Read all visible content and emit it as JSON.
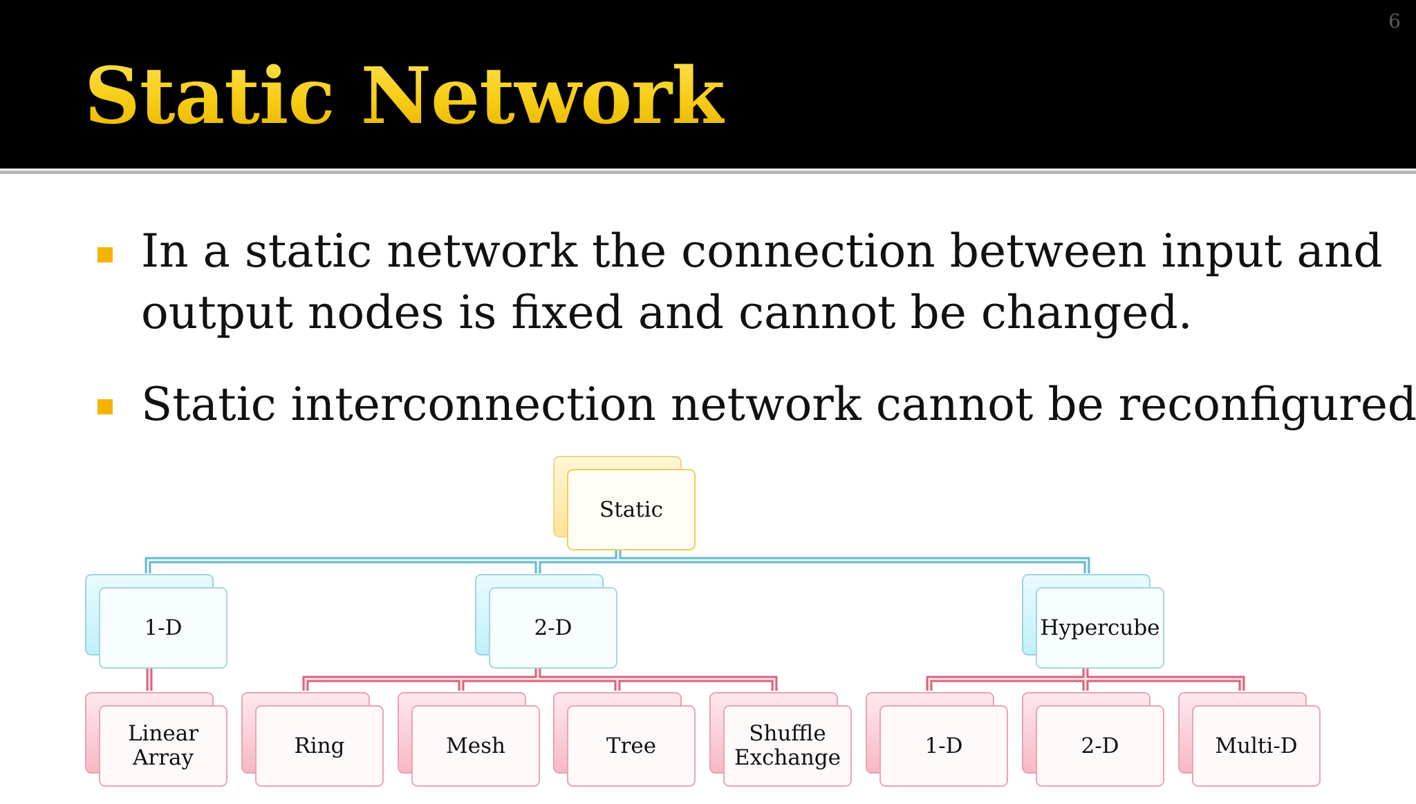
{
  "slide": {
    "number": "6",
    "title": "Static Network",
    "bullets": [
      {
        "line1": "In a static network the connection between input and",
        "line2": "output nodes is fixed and cannot be changed."
      },
      {
        "line1": "Static interconnection network cannot be reconfigured."
      }
    ]
  },
  "diagram": {
    "root": "Static",
    "level1": [
      "1-D",
      "2-D",
      "Hypercube"
    ],
    "level2_1d": [
      "Linear\nArray"
    ],
    "level2_2d": [
      "Ring",
      "Mesh",
      "Tree",
      "Shuffle\nExchange"
    ],
    "level2_hypercube": [
      "1-D",
      "2-D",
      "Multi-D"
    ]
  },
  "colors": {
    "header_background": "#000000",
    "title": "#f5c814",
    "bullet_marker": "#f5b300",
    "root_node": "#fff0c0",
    "level1_connector": "#5ab4c8",
    "level1_nodes": "#d8f5fb",
    "level2_connector": "#d9647c",
    "level2_nodes": "#fbdde3"
  }
}
